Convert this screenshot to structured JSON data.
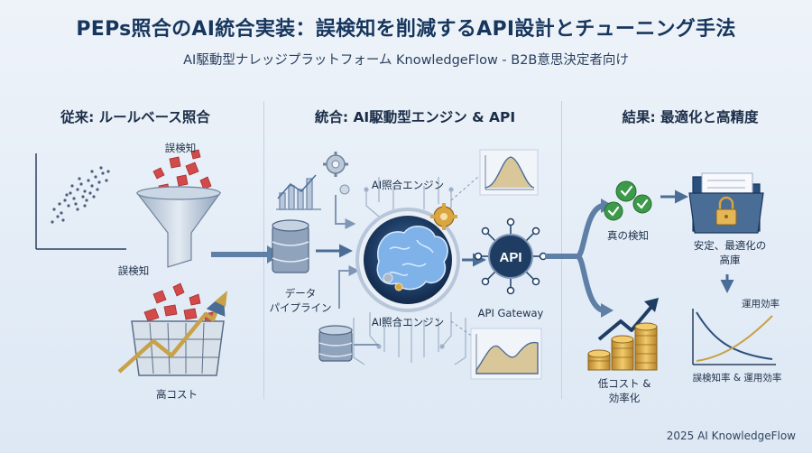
{
  "header": {
    "title": "PEPs照合のAI統合実装：誤検知を削減するAPI設計とチューニング手法",
    "subtitle": "AI駆動型ナレッジプラットフォーム KnowledgeFlow - B2B意思決定者向け"
  },
  "sections": {
    "left": {
      "heading": "従来: ルールベース照合",
      "labels": {
        "false_positive_top": "誤検知",
        "false_positive_mid": "誤検知",
        "high_cost": "高コスト"
      }
    },
    "middle": {
      "heading": "統合: AI駆動型エンジン & API",
      "labels": {
        "ai_engine_top": "AI照合エンジン",
        "ai_engine_bottom": "AI照合エンジン",
        "data_pipeline_line1": "データ",
        "data_pipeline_line2": "パイプライン",
        "api_gateway": "API Gateway",
        "api_badge": "API"
      }
    },
    "right": {
      "heading": "結果: 最適化と高精度",
      "labels": {
        "true_detection": "真の検知",
        "stable_line1": "安定、最適化の",
        "stable_line2": "高庫",
        "operational_efficiency": "運用効率",
        "low_cost_line1": "低コスト &",
        "low_cost_line2": "効率化",
        "tradeoff": "誤検知率 & 運用効率"
      }
    }
  },
  "footer": {
    "text": "2025 AI KnowledgeFlow"
  },
  "colors": {
    "title": "#17365d",
    "arrow": "#4a6d96",
    "red": "#d24a4a",
    "green": "#3c9a4a",
    "gold": "#d9a640",
    "navy": "#1f3d63"
  }
}
